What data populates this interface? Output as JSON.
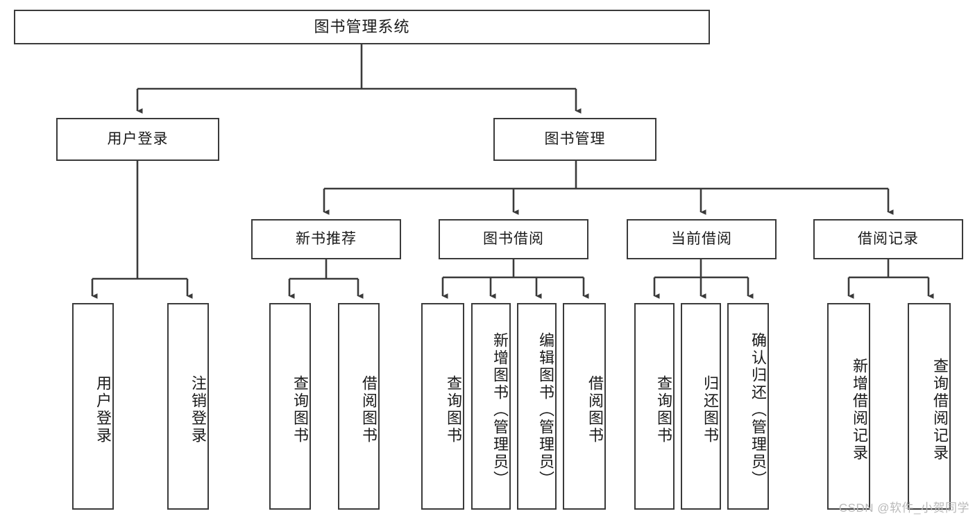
{
  "diagram": {
    "title": "图书管理系统",
    "type": "tree",
    "watermark": "CSDN @软件_小贺同学",
    "colors": {
      "box_border": "#3a3a3a",
      "box_fill": "#ffffff",
      "connector": "#3a3a3a",
      "text": "#1a1a1a",
      "watermark": "#b9b9b9"
    },
    "root": {
      "label": "图书管理系统"
    },
    "level1": [
      {
        "label": "用户登录"
      },
      {
        "label": "图书管理"
      }
    ],
    "level2": [
      {
        "label": "新书推荐"
      },
      {
        "label": "图书借阅"
      },
      {
        "label": "当前借阅"
      },
      {
        "label": "借阅记录"
      }
    ],
    "leaves": {
      "user_login": [
        {
          "label": "用户登录"
        },
        {
          "label": "注销登录"
        }
      ],
      "new_book_recommend": [
        {
          "label": "查询图书"
        },
        {
          "label": "借阅图书"
        }
      ],
      "book_borrow": [
        {
          "label": "查询图书"
        },
        {
          "label": "新增图书（管理员）"
        },
        {
          "label": "编辑图书（管理员）"
        },
        {
          "label": "借阅图书"
        }
      ],
      "current_borrow": [
        {
          "label": "查询图书"
        },
        {
          "label": "归还图书"
        },
        {
          "label": "确认归还（管理员）"
        }
      ],
      "borrow_record": [
        {
          "label": "新增借阅记录"
        },
        {
          "label": "查询借阅记录"
        }
      ]
    }
  }
}
